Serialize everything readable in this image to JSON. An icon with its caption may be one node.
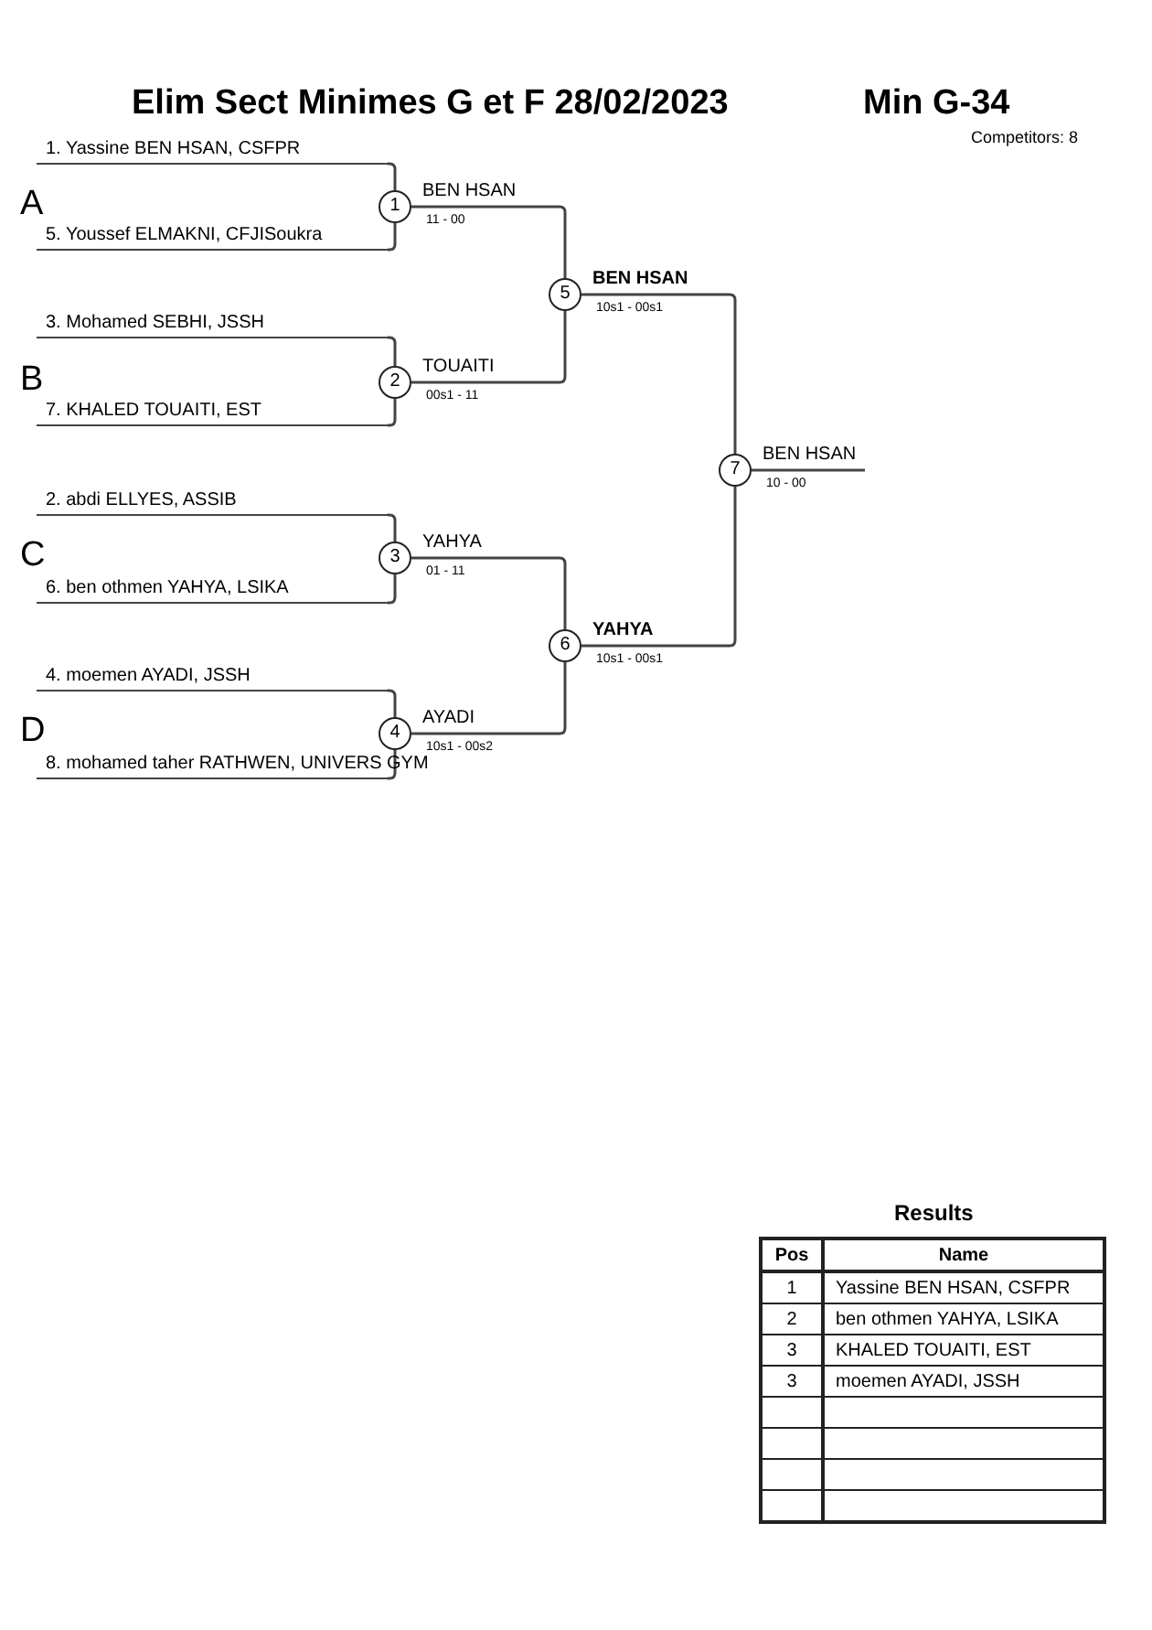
{
  "diagram": {
    "title": "Elim Sect Minimes G et F 28/02/2023",
    "nodes": [
      {
        "text": [
          "1. Yassine BEN HSAN, CSFPR"
        ]
      },
      {
        "text": [
          "5. Youssef ELMAKNI, CFJISoukra"
        ]
      },
      {
        "text": [
          "3. Mohamed SEBHI, JSSH"
        ]
      },
      {
        "text": [
          "7. KHALED TOUAITI, EST"
        ]
      },
      {
        "text": [
          "2. abdi ELLYES, ASSIB"
        ]
      },
      {
        "text": [
          "6. ben othmen YAHYA, LSIKA"
        ]
      },
      {
        "text": [
          "4. moemen AYADI, JSSH"
        ]
      },
      {
        "text": [
          "8. mohamed taher RATHWEN, UNIVERS GYM"
        ]
      },
      {
        "text": [
          "1"
        ],
        "beside": [
          "BEN HSAN",
          "11 - 00"
        ]
      },
      {
        "text": [
          "2"
        ],
        "beside": [
          "TOUAITI",
          "00s1 - 11"
        ]
      },
      {
        "text": [
          "3"
        ],
        "beside": [
          "YAHYA",
          "01 - 11"
        ]
      },
      {
        "text": [
          "4"
        ],
        "beside": [
          "AYADI",
          "10s1 - 00s2"
        ]
      },
      {
        "text": [
          "5"
        ],
        "beside": [
          "BEN HSAN",
          "10s1 - 00s1"
        ]
      },
      {
        "text": [
          "6"
        ],
        "beside": [
          "YAHYA",
          "10s1 - 00s1"
        ]
      },
      {
        "text": [
          "7"
        ],
        "beside": [
          "BEN HSAN",
          "10 - 00"
        ]
      }
    ],
    "edges": [
      {
        "from": 0,
        "to": 8,
        "arrow": "none"
      },
      {
        "from": 1,
        "to": 8,
        "arrow": "none"
      },
      {
        "from": 2,
        "to": 9,
        "arrow": "none"
      },
      {
        "from": 3,
        "to": 9,
        "arrow": "none"
      },
      {
        "from": 4,
        "to": 10,
        "arrow": "none"
      },
      {
        "from": 5,
        "to": 10,
        "arrow": "none"
      },
      {
        "from": 6,
        "to": 11,
        "arrow": "none"
      },
      {
        "from": 7,
        "to": 11,
        "arrow": "none"
      },
      {
        "from": 8,
        "to": 12,
        "arrow": "none"
      },
      {
        "from": 9,
        "to": 12,
        "arrow": "none"
      },
      {
        "from": 10,
        "to": 13,
        "arrow": "none"
      },
      {
        "from": 11,
        "to": 13,
        "arrow": "none"
      },
      {
        "from": 12,
        "to": 14,
        "arrow": "none"
      },
      {
        "from": 13,
        "to": 14,
        "arrow": "none"
      },
      {
        "from": 14,
        "to": null,
        "arrow": "none"
      }
    ],
    "labels": [
      "Min G-34",
      "Competitors: 8",
      "A",
      "B",
      "C",
      "D",
      "Results",
      "Pos",
      "Name",
      "1",
      "Yassine BEN HSAN, CSFPR",
      "2",
      "ben othmen YAHYA, LSIKA",
      "3",
      "KHALED TOUAITI, EST",
      "3",
      "moemen AYADI, JSSH"
    ]
  }
}
